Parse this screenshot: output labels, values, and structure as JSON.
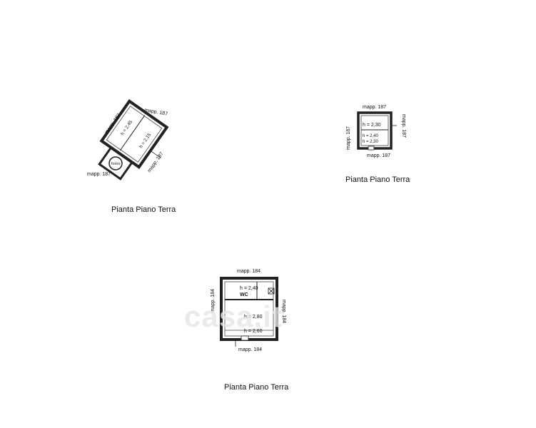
{
  "plans": [
    {
      "caption": "Pianta Piano Terra",
      "labels": {
        "mapp_top_left": "mapp. 187",
        "mapp_top_right": "mapp. 187",
        "mapp_right": "mapp. 187",
        "mapp_bottom_left": "mapp. 187",
        "height_1": "h = 2,45",
        "height_2": "h = 2,15",
        "room": "forno"
      }
    },
    {
      "caption": "Pianta Piano Terra",
      "labels": {
        "mapp_top": "mapp. 187",
        "mapp_right": "mapp. 187",
        "mapp_left": "mapp. 187",
        "mapp_bottom": "mapp. 187",
        "height_1": "h = 2,30",
        "height_2": "h = 2,40",
        "height_3": "h = 2,30"
      }
    },
    {
      "caption": "Pianta Piano Terra",
      "labels": {
        "mapp_top": "mapp. 184",
        "mapp_left": "mapp. 184",
        "mapp_right": "mapp. 184",
        "mapp_bottom": "mapp. 184",
        "height_1": "h = 2,40",
        "room": "WC",
        "height_2": "h = 2,80",
        "height_3": "h = 2,60"
      }
    }
  ],
  "watermark": "casa.it"
}
